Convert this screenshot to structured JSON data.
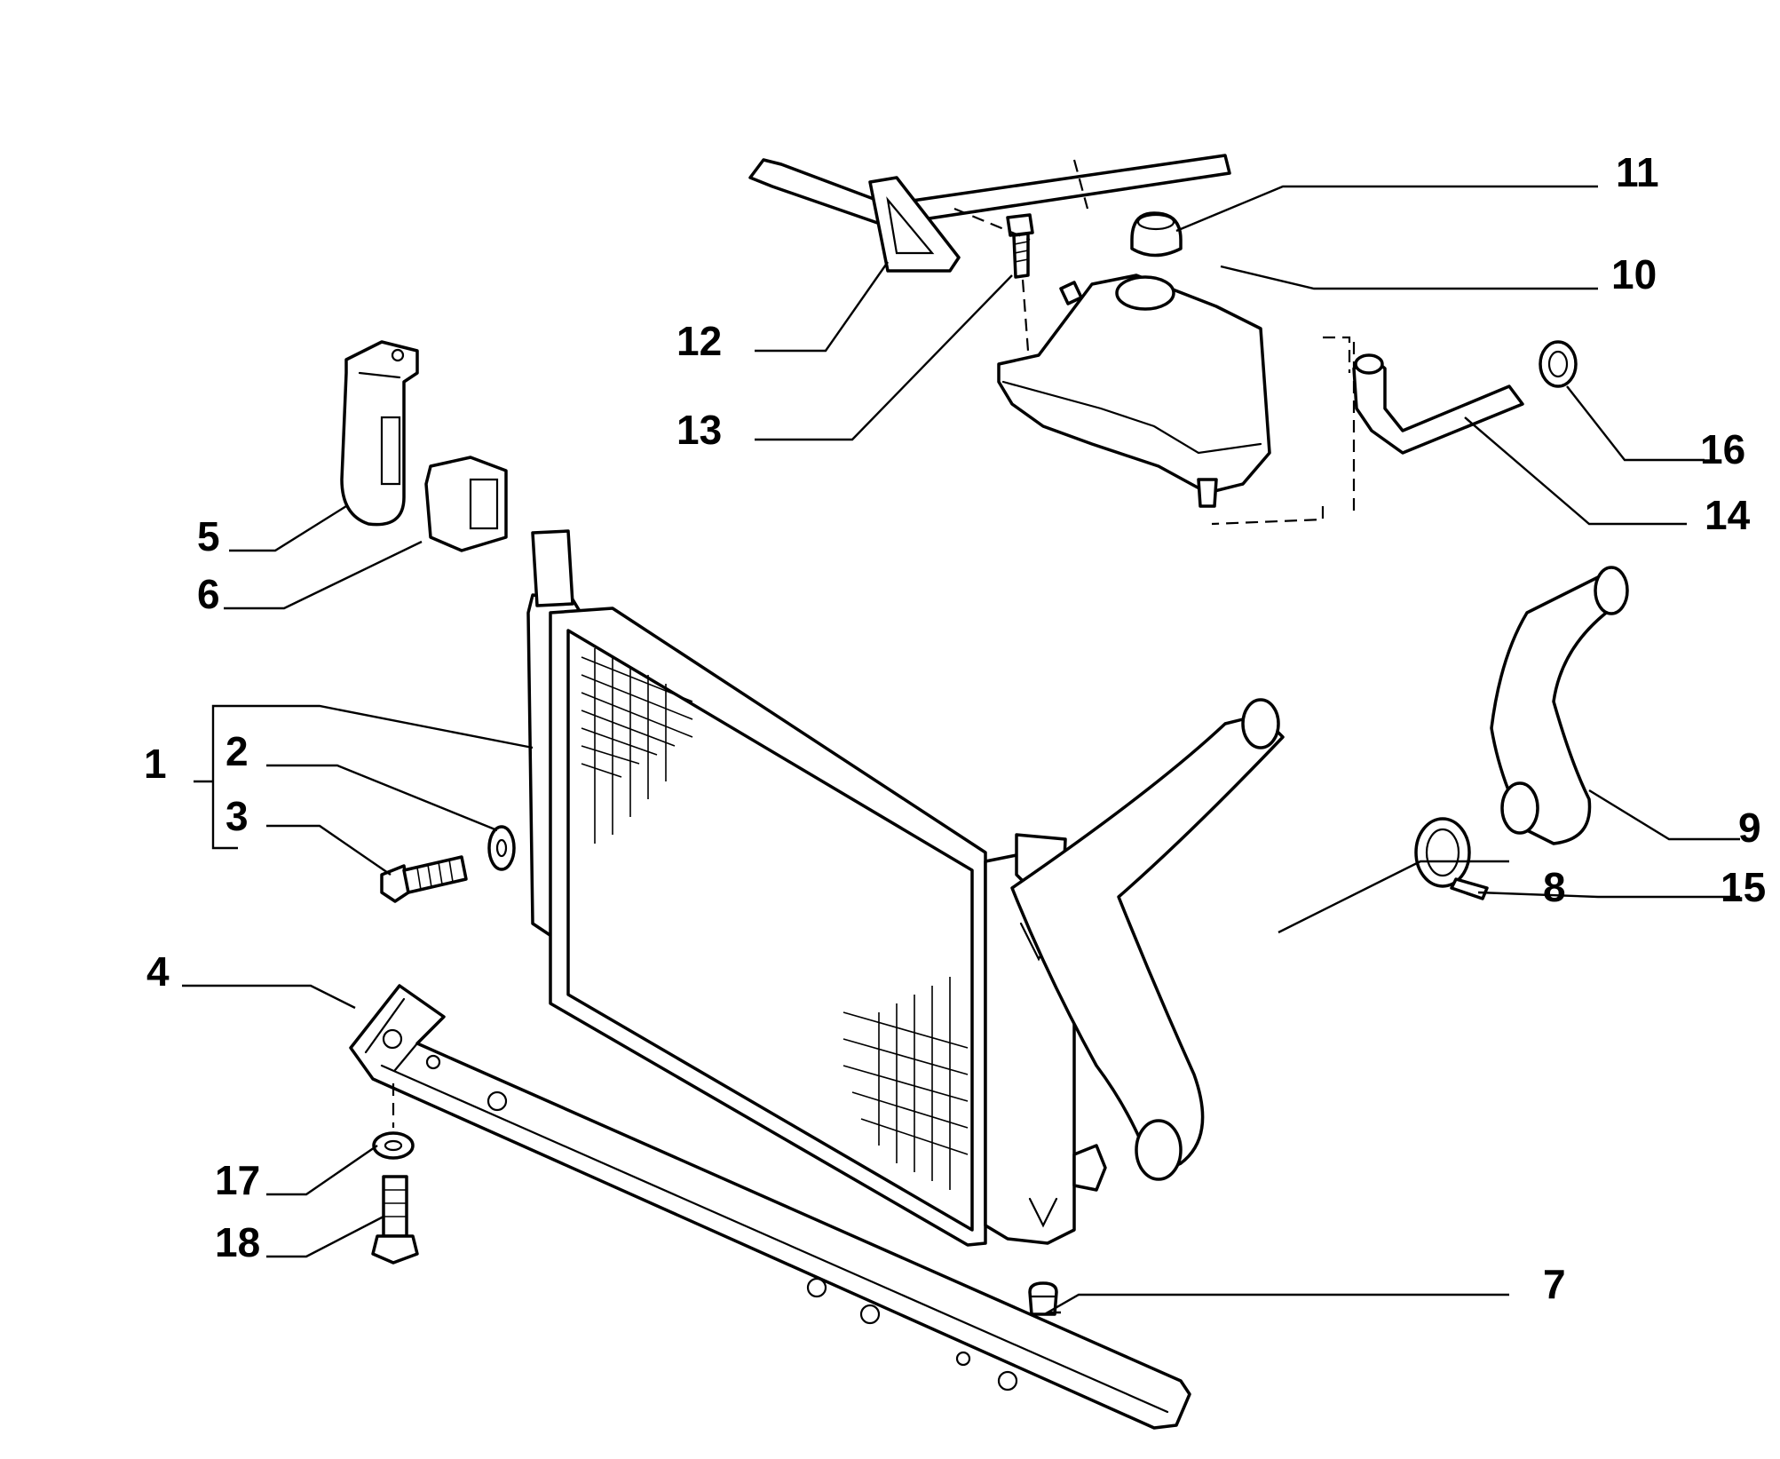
{
  "diagram": {
    "callouts": [
      {
        "id": "1",
        "label": "1"
      },
      {
        "id": "2",
        "label": "2"
      },
      {
        "id": "3",
        "label": "3"
      },
      {
        "id": "4",
        "label": "4"
      },
      {
        "id": "5",
        "label": "5"
      },
      {
        "id": "6",
        "label": "6"
      },
      {
        "id": "7",
        "label": "7"
      },
      {
        "id": "8",
        "label": "8"
      },
      {
        "id": "9",
        "label": "9"
      },
      {
        "id": "10",
        "label": "10"
      },
      {
        "id": "11",
        "label": "11"
      },
      {
        "id": "12",
        "label": "12"
      },
      {
        "id": "13",
        "label": "13"
      },
      {
        "id": "14",
        "label": "14"
      },
      {
        "id": "15",
        "label": "15"
      },
      {
        "id": "16",
        "label": "16"
      },
      {
        "id": "17",
        "label": "17"
      },
      {
        "id": "18",
        "label": "18"
      }
    ]
  },
  "style": {
    "line_color": "#000000",
    "background_color": "#ffffff"
  }
}
